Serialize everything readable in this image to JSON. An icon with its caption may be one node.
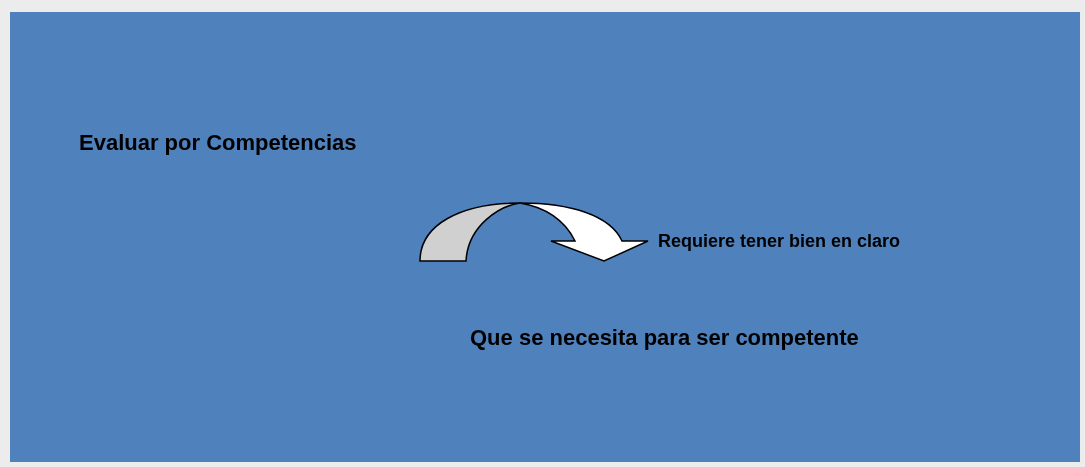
{
  "diagram": {
    "labels": [
      "Evaluar por Competencias",
      "Requiere tener bien en claro",
      "Que se necesita para ser competente"
    ]
  }
}
